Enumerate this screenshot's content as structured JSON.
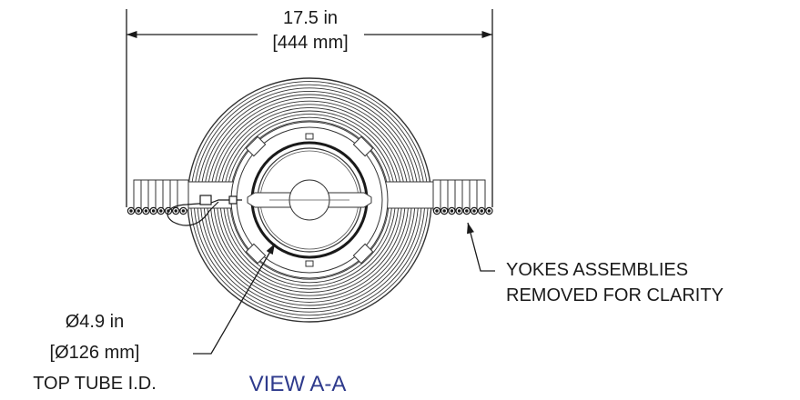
{
  "dimension": {
    "imperial": "17.5 in",
    "metric": "[444 mm]"
  },
  "note": {
    "line1": "YOKES ASSEMBLIES",
    "line2": "REMOVED FOR CLARITY"
  },
  "diameter": {
    "imperial": "Ø4.9 in",
    "metric": "[Ø126 mm]",
    "label": "TOP TUBE I.D."
  },
  "view_title": "VIEW A-A"
}
